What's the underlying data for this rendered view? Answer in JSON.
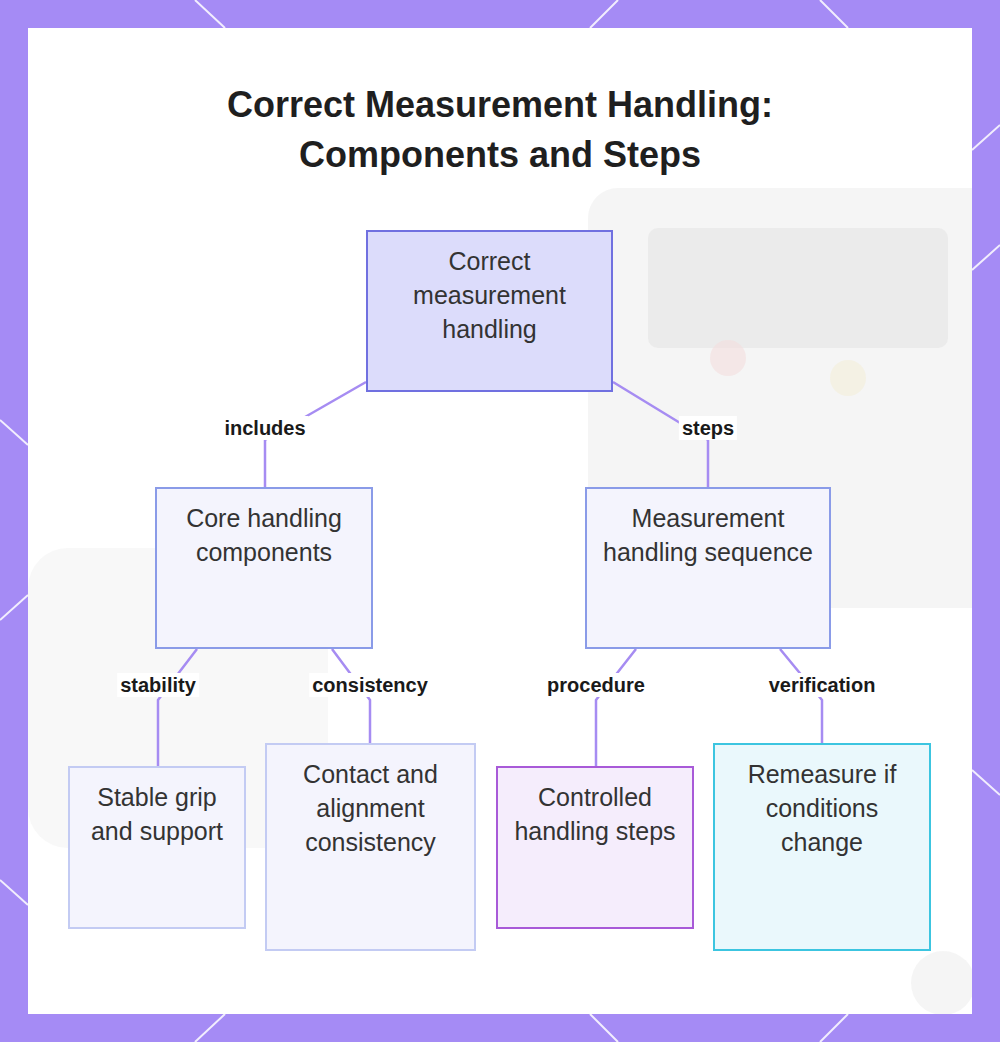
{
  "diagram": {
    "title": "Correct Measurement Handling: Components and Steps",
    "nodes": [
      {
        "text": [
          "Correct measurement handling"
        ]
      },
      {
        "text": [
          "Core handling components"
        ]
      },
      {
        "text": [
          "Measurement handling sequence"
        ]
      },
      {
        "text": [
          "Stable grip and support"
        ]
      },
      {
        "text": [
          "Contact and alignment consistency"
        ]
      },
      {
        "text": [
          "Controlled handling steps"
        ]
      },
      {
        "text": [
          "Remeasure if conditions change"
        ]
      }
    ],
    "edges": [
      {
        "from": 0,
        "to": 1,
        "label": "includes",
        "arrow": "none"
      },
      {
        "from": 0,
        "to": 2,
        "label": "steps",
        "arrow": "none"
      },
      {
        "from": 1,
        "to": 3,
        "label": "stability",
        "arrow": "none"
      },
      {
        "from": 1,
        "to": 4,
        "label": "consistency",
        "arrow": "none"
      },
      {
        "from": 2,
        "to": 5,
        "label": "procedure",
        "arrow": "none"
      },
      {
        "from": 2,
        "to": 6,
        "label": "verification",
        "arrow": "none"
      }
    ]
  }
}
